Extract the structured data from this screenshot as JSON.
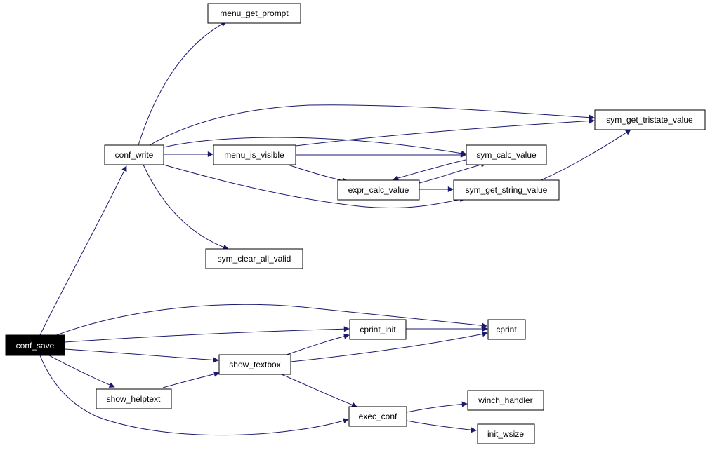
{
  "colors": {
    "edge": "#191970",
    "node_border": "#000000",
    "node_fill": "#ffffff",
    "root_fill": "#000000",
    "root_text": "#ffffff"
  },
  "nodes": {
    "conf_save": "conf_save",
    "conf_write": "conf_write",
    "menu_get_prompt": "menu_get_prompt",
    "menu_is_visible": "menu_is_visible",
    "sym_clear_all_valid": "sym_clear_all_valid",
    "sym_get_tristate_value": "sym_get_tristate_value",
    "sym_calc_value": "sym_calc_value",
    "expr_calc_value": "expr_calc_value",
    "sym_get_string_value": "sym_get_string_value",
    "cprint_init": "cprint_init",
    "cprint": "cprint",
    "show_textbox": "show_textbox",
    "show_helptext": "show_helptext",
    "exec_conf": "exec_conf",
    "winch_handler": "winch_handler",
    "init_wsize": "init_wsize"
  },
  "edges": [
    {
      "from": "conf_save",
      "to": "conf_write"
    },
    {
      "from": "conf_save",
      "to": "cprint"
    },
    {
      "from": "conf_save",
      "to": "cprint_init"
    },
    {
      "from": "conf_save",
      "to": "show_textbox"
    },
    {
      "from": "conf_save",
      "to": "show_helptext"
    },
    {
      "from": "conf_save",
      "to": "exec_conf"
    },
    {
      "from": "conf_write",
      "to": "menu_get_prompt"
    },
    {
      "from": "conf_write",
      "to": "sym_get_tristate_value"
    },
    {
      "from": "conf_write",
      "to": "sym_calc_value"
    },
    {
      "from": "conf_write",
      "to": "menu_is_visible"
    },
    {
      "from": "conf_write",
      "to": "sym_get_string_value"
    },
    {
      "from": "conf_write",
      "to": "sym_clear_all_valid"
    },
    {
      "from": "menu_is_visible",
      "to": "sym_get_tristate_value"
    },
    {
      "from": "menu_is_visible",
      "to": "sym_calc_value"
    },
    {
      "from": "menu_is_visible",
      "to": "expr_calc_value"
    },
    {
      "from": "sym_calc_value",
      "to": "expr_calc_value"
    },
    {
      "from": "expr_calc_value",
      "to": "sym_calc_value"
    },
    {
      "from": "expr_calc_value",
      "to": "sym_get_string_value"
    },
    {
      "from": "sym_get_string_value",
      "to": "sym_get_tristate_value"
    },
    {
      "from": "cprint_init",
      "to": "cprint"
    },
    {
      "from": "show_textbox",
      "to": "cprint_init"
    },
    {
      "from": "show_textbox",
      "to": "cprint"
    },
    {
      "from": "show_textbox",
      "to": "exec_conf"
    },
    {
      "from": "show_helptext",
      "to": "show_textbox"
    },
    {
      "from": "exec_conf",
      "to": "winch_handler"
    },
    {
      "from": "exec_conf",
      "to": "init_wsize"
    }
  ]
}
